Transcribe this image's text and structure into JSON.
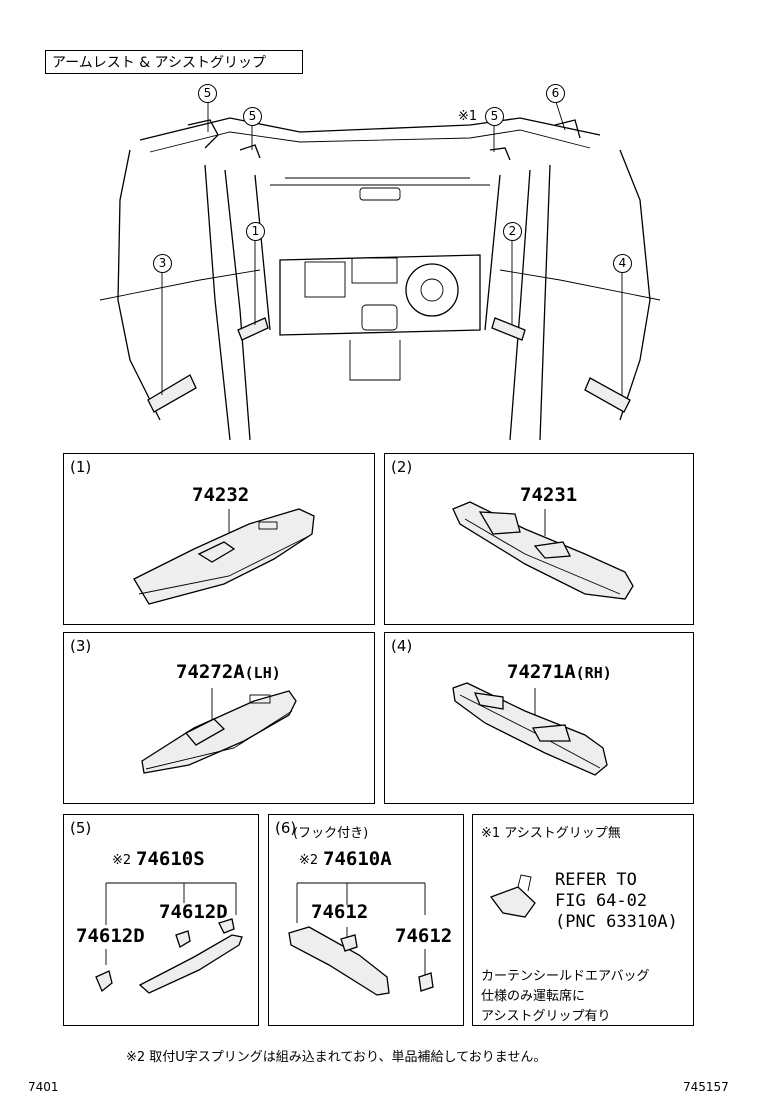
{
  "header": {
    "title": "アームレスト & アシストグリップ"
  },
  "overview": {
    "callouts": [
      "5",
      "5",
      "5",
      "6",
      "1",
      "2",
      "3",
      "4"
    ],
    "note_mark": "※1"
  },
  "panels": [
    {
      "num": "1",
      "part": "74232",
      "suffix": ""
    },
    {
      "num": "2",
      "part": "74231",
      "suffix": ""
    },
    {
      "num": "3",
      "part": "74272A",
      "suffix": "(LH)"
    },
    {
      "num": "4",
      "part": "74271A",
      "suffix": "(RH)"
    },
    {
      "num": "5",
      "mark": "※2",
      "part": "74610S",
      "sub_a": "74612D",
      "sub_b": "74612D"
    },
    {
      "num": "6",
      "note": "(フック付き)",
      "mark": "※2",
      "part": "74610A",
      "sub_a": "74612",
      "sub_b": "74612"
    }
  ],
  "note_panel": {
    "title": "※1 アシストグリップ無",
    "refer": [
      "REFER TO",
      "FIG 64-02",
      "(PNC 63310A)"
    ],
    "jp_lines": [
      "カーテンシールドエアバッグ",
      "仕様のみ運転席に",
      "アシストグリップ有り"
    ]
  },
  "footnote": "※2 取付U字スプリングは組み込まれており、単品補給しておりません。",
  "footer": {
    "left": "7401",
    "right": "745157"
  }
}
